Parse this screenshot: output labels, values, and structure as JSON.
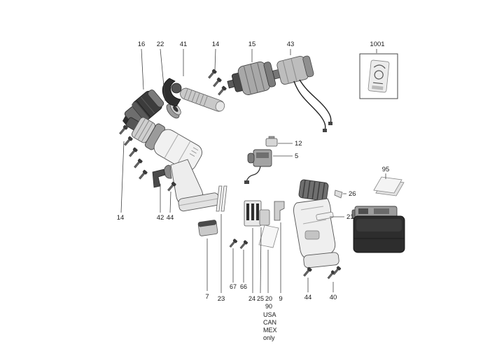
{
  "figure": {
    "callouts": {
      "c16": "16",
      "c22": "22",
      "c41": "41",
      "c14_top": "14",
      "c15": "15",
      "c43": "43",
      "c1001": "1001",
      "c12": "12",
      "c5": "5",
      "c95": "95",
      "c26": "26",
      "c21": "21",
      "c14_left": "14",
      "c42": "42",
      "c44_left": "44",
      "c7": "7",
      "c23": "23",
      "c67": "67",
      "c66": "66",
      "c24": "24",
      "c25": "25",
      "c20": "20",
      "c90": "90",
      "c9": "9",
      "c44_right": "44",
      "c40": "40"
    },
    "note": {
      "line1": "USA",
      "line2": "CAN",
      "line3": "MEX",
      "line4": "only"
    },
    "colors": {
      "background": "#ffffff",
      "line": "#444444",
      "dark_part": "#2d2d2d",
      "mid_part": "#9a9a9a",
      "light_part": "#efefef"
    }
  }
}
